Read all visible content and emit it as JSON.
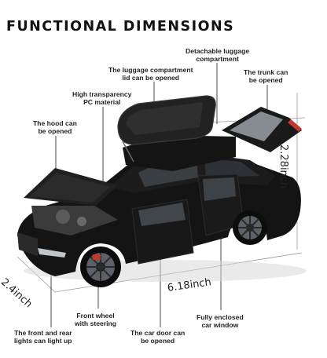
{
  "title": "FUNCTIONAL DIMENSIONS",
  "callouts": {
    "detachable_luggage": "Detachable luggage\ncompartment",
    "luggage_lid": "The luggage compartment\nlid can be opened",
    "trunk": "The trunk can\nbe opened",
    "transparency": "High transparency\nPC material",
    "hood": "The hood can\nbe opened",
    "front_wheel": "Front wheel\nwith steering",
    "window": "Fully enclosed\ncar window",
    "lights": "The front and rear\nlights can light up",
    "door": "The car door can\nbe opened"
  },
  "dimensions": {
    "height": "2.28inch",
    "width": "2.4inch",
    "length": "6.18inch"
  }
}
